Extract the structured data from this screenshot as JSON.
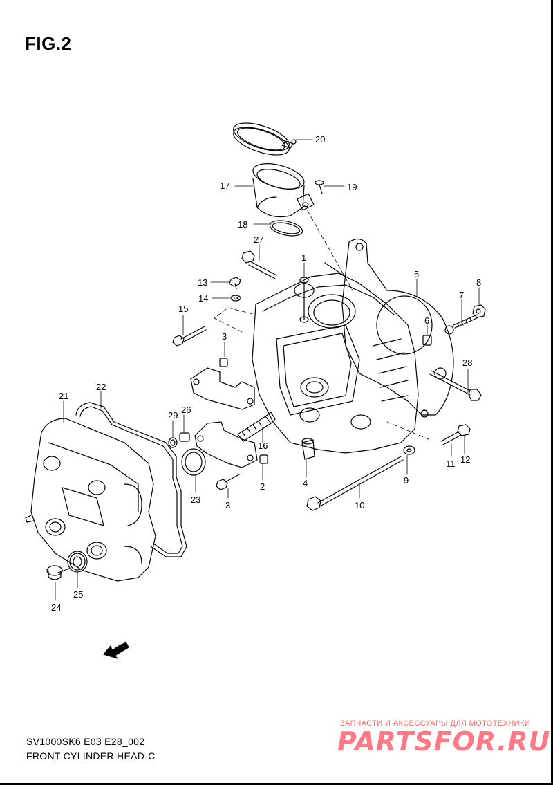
{
  "figure": {
    "title": "FIG.2"
  },
  "callouts": {
    "c1": "1",
    "c2": "2",
    "c3a": "3",
    "c3b": "3",
    "c4": "4",
    "c5": "5",
    "c6": "6",
    "c7": "7",
    "c8": "8",
    "c9": "9",
    "c10": "10",
    "c11": "11",
    "c12": "12",
    "c13": "13",
    "c14": "14",
    "c15": "15",
    "c16": "16",
    "c17": "17",
    "c18": "18",
    "c19": "19",
    "c20": "20",
    "c21": "21",
    "c22": "22",
    "c23": "23",
    "c24": "24",
    "c25": "25",
    "c26": "26",
    "c27": "27",
    "c28": "28",
    "c29": "29"
  },
  "fwd_label": "FWD",
  "footer": {
    "model_code": "SV1000SK6 E03 E28_002",
    "section_name": "FRONT CYLINDER HEAD-C"
  },
  "watermark": {
    "tagline": "ЗАПЧАСТИ И АКСЕССУАРЫ ДЛЯ МОТОТЕХНИКИ",
    "brand": "PARTSFOR.RU",
    "color": "#ff7a86"
  }
}
